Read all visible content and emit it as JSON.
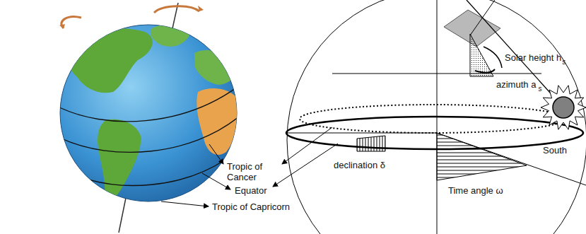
{
  "diagram": {
    "labels": [
      "Tropic of Cancer",
      "Equator",
      "Tropic of Capricorn",
      "declination δ",
      "South",
      "Time angle ω",
      "Solar height h",
      "s",
      "azimuth a",
      "s"
    ]
  }
}
